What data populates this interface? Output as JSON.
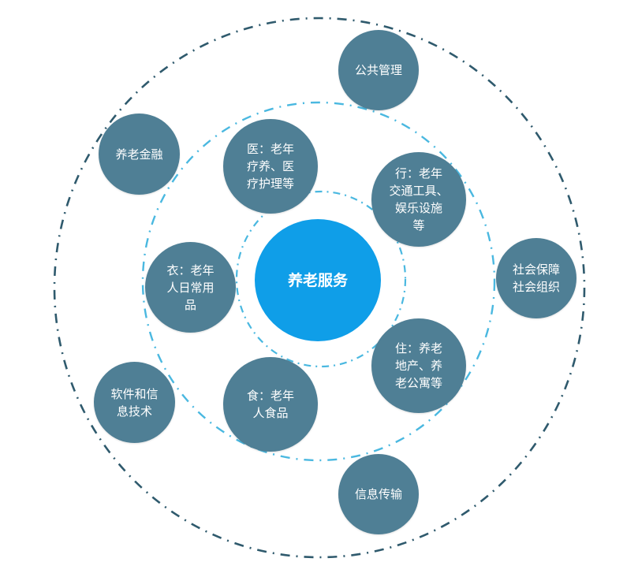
{
  "diagram": {
    "center": {
      "label": "养老服务"
    },
    "inner_nodes": [
      {
        "id": "medical",
        "label": "医：老年\n疗养、医\n疗护理等"
      },
      {
        "id": "travel",
        "label": "行：老年\n交通工具、\n娱乐设施\n等"
      },
      {
        "id": "clothing",
        "label": "衣：老年\n人日常用\n品"
      },
      {
        "id": "housing",
        "label": "住：养老\n地产、养\n老公寓等"
      },
      {
        "id": "food",
        "label": "食：老年\n人食品"
      }
    ],
    "outer_nodes": [
      {
        "id": "public-management",
        "label": "公共管理"
      },
      {
        "id": "elderly-finance",
        "label": "养老金融"
      },
      {
        "id": "social-security",
        "label": "社会保障\n社会组织"
      },
      {
        "id": "software-tech",
        "label": "软件和信\n息技术"
      },
      {
        "id": "info-media",
        "label": "信息传输"
      }
    ],
    "colors": {
      "center": "#0f9ee8",
      "node": "#4f7f95",
      "inner_ring": "#4ab8e0",
      "outer_ring": "#2f5a6d",
      "node_text": "#ffffff"
    }
  }
}
